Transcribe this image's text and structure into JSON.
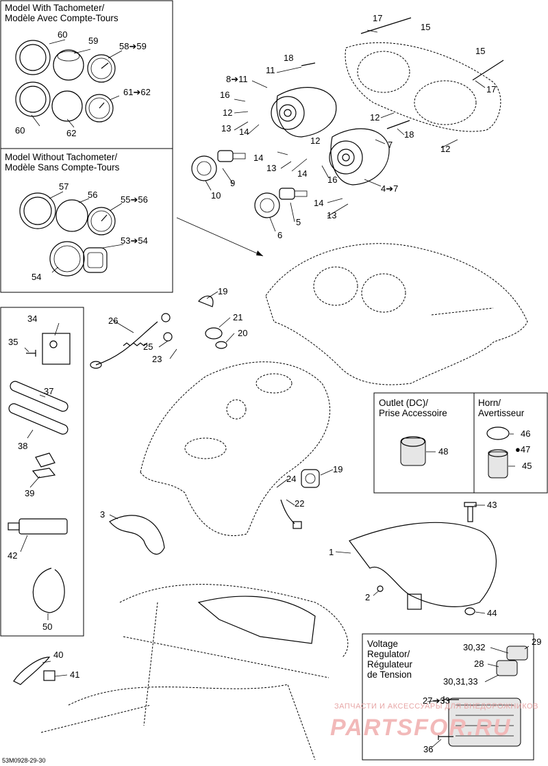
{
  "boxes": {
    "with_tachometer": "Model With Tachometer/\nModèle Avec Compte-Tours",
    "without_tachometer": "Model Without Tachometer/\nModèle Sans Compte-Tours",
    "outlet": "Outlet (DC)/\nPrise Accessoire",
    "horn": "Horn/\nAvertisseur",
    "voltage_regulator": "Voltage\nRegulator/\nRégulateur\nde Tension"
  },
  "callouts": {
    "c60a": "60",
    "c59": "59",
    "c58": "58➔59",
    "c60b": "60",
    "c62": "62",
    "c61": "61➔62",
    "c57": "57",
    "c56": "56",
    "c55": "55➔56",
    "c53": "53➔54",
    "c54": "54",
    "c17a": "17",
    "c15a": "15",
    "c15b": "15",
    "c17b": "17",
    "c18a": "18",
    "c11": "11",
    "c8": "8➔11",
    "c16a": "16",
    "c12a": "12",
    "c13a": "13",
    "c14a": "14",
    "c12b": "12",
    "c12c": "12",
    "c18b": "18",
    "c7": "7",
    "c12d": "12",
    "c14b": "14",
    "c13b": "13",
    "c14c": "14",
    "c16b": "16",
    "c4": "4➔7",
    "c9": "9",
    "c10": "10",
    "c14d": "14",
    "c13c": "13",
    "c5": "5",
    "c6": "6",
    "c34": "34",
    "c35": "35",
    "c37": "37",
    "c38": "38",
    "c39": "39",
    "c42": "42",
    "c50": "50",
    "c26": "26",
    "c19a": "19",
    "c21": "21",
    "c25": "25",
    "c20": "20",
    "c23": "23",
    "c19b": "19",
    "c24": "24",
    "c22": "22",
    "c3": "3",
    "c1": "1",
    "c2": "2",
    "c43": "43",
    "c44": "44",
    "c46": "46",
    "c47": "47",
    "c45": "45",
    "c48": "48",
    "c40": "40",
    "c41": "41",
    "c29": "29",
    "c30a": "30,32",
    "c28": "28",
    "c30b": "30,31,33",
    "c27": "27➔33",
    "c36": "36"
  },
  "drawing_code": "53M0928-29-30",
  "watermark": {
    "line1": "ЗАПЧАСТИ И АКСЕССУАРЫ ДЛЯ ВНЕДОРОЖНИКОВ",
    "line2": "PARTSFOR.RU"
  },
  "icons": {
    "drop_icon": "drop-icon",
    "arrow": "arrow-right-icon"
  }
}
